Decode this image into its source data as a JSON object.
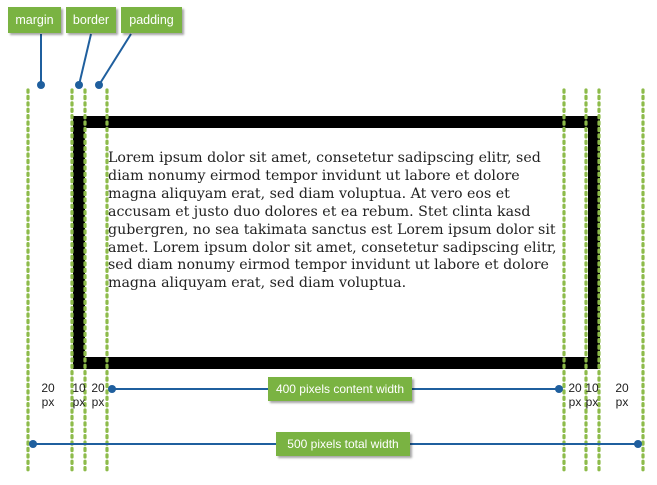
{
  "labels": {
    "margin": "margin",
    "border": "border",
    "padding": "padding"
  },
  "content_text": "Lorem ipsum dolor sit amet, consetetur sadipscing elitr, sed diam nonumy eirmod tempor invidunt ut labore et dolore magna aliquyam erat, sed diam voluptua. At vero eos et accusam et justo duo dolores et ea rebum. Stet clinta kasd gubergren, no sea takimata sanctus est Lorem ipsum dolor sit amet. Lorem ipsum dolor sit amet, consetetur sadipscing elitr, sed diam nonumy eirmod tempor invidunt ut labore et dolore magna aliquyam erat, sed diam voluptua.",
  "measurements": {
    "left_margin": {
      "value": "20",
      "unit": "px"
    },
    "left_border": {
      "value": "10",
      "unit": "px"
    },
    "left_padding": {
      "value": "20",
      "unit": "px"
    },
    "right_padding": {
      "value": "20",
      "unit": "px"
    },
    "right_border": {
      "value": "10",
      "unit": "px"
    },
    "right_margin": {
      "value": "20",
      "unit": "px"
    }
  },
  "content_width_label": "400 pixels content width",
  "total_width_label": "500 pixels total width",
  "colors": {
    "label_bg": "#7ab342",
    "guide_dots": "#8dbb4a",
    "pointer": "#1f5f9e",
    "border_box": "#000000"
  }
}
